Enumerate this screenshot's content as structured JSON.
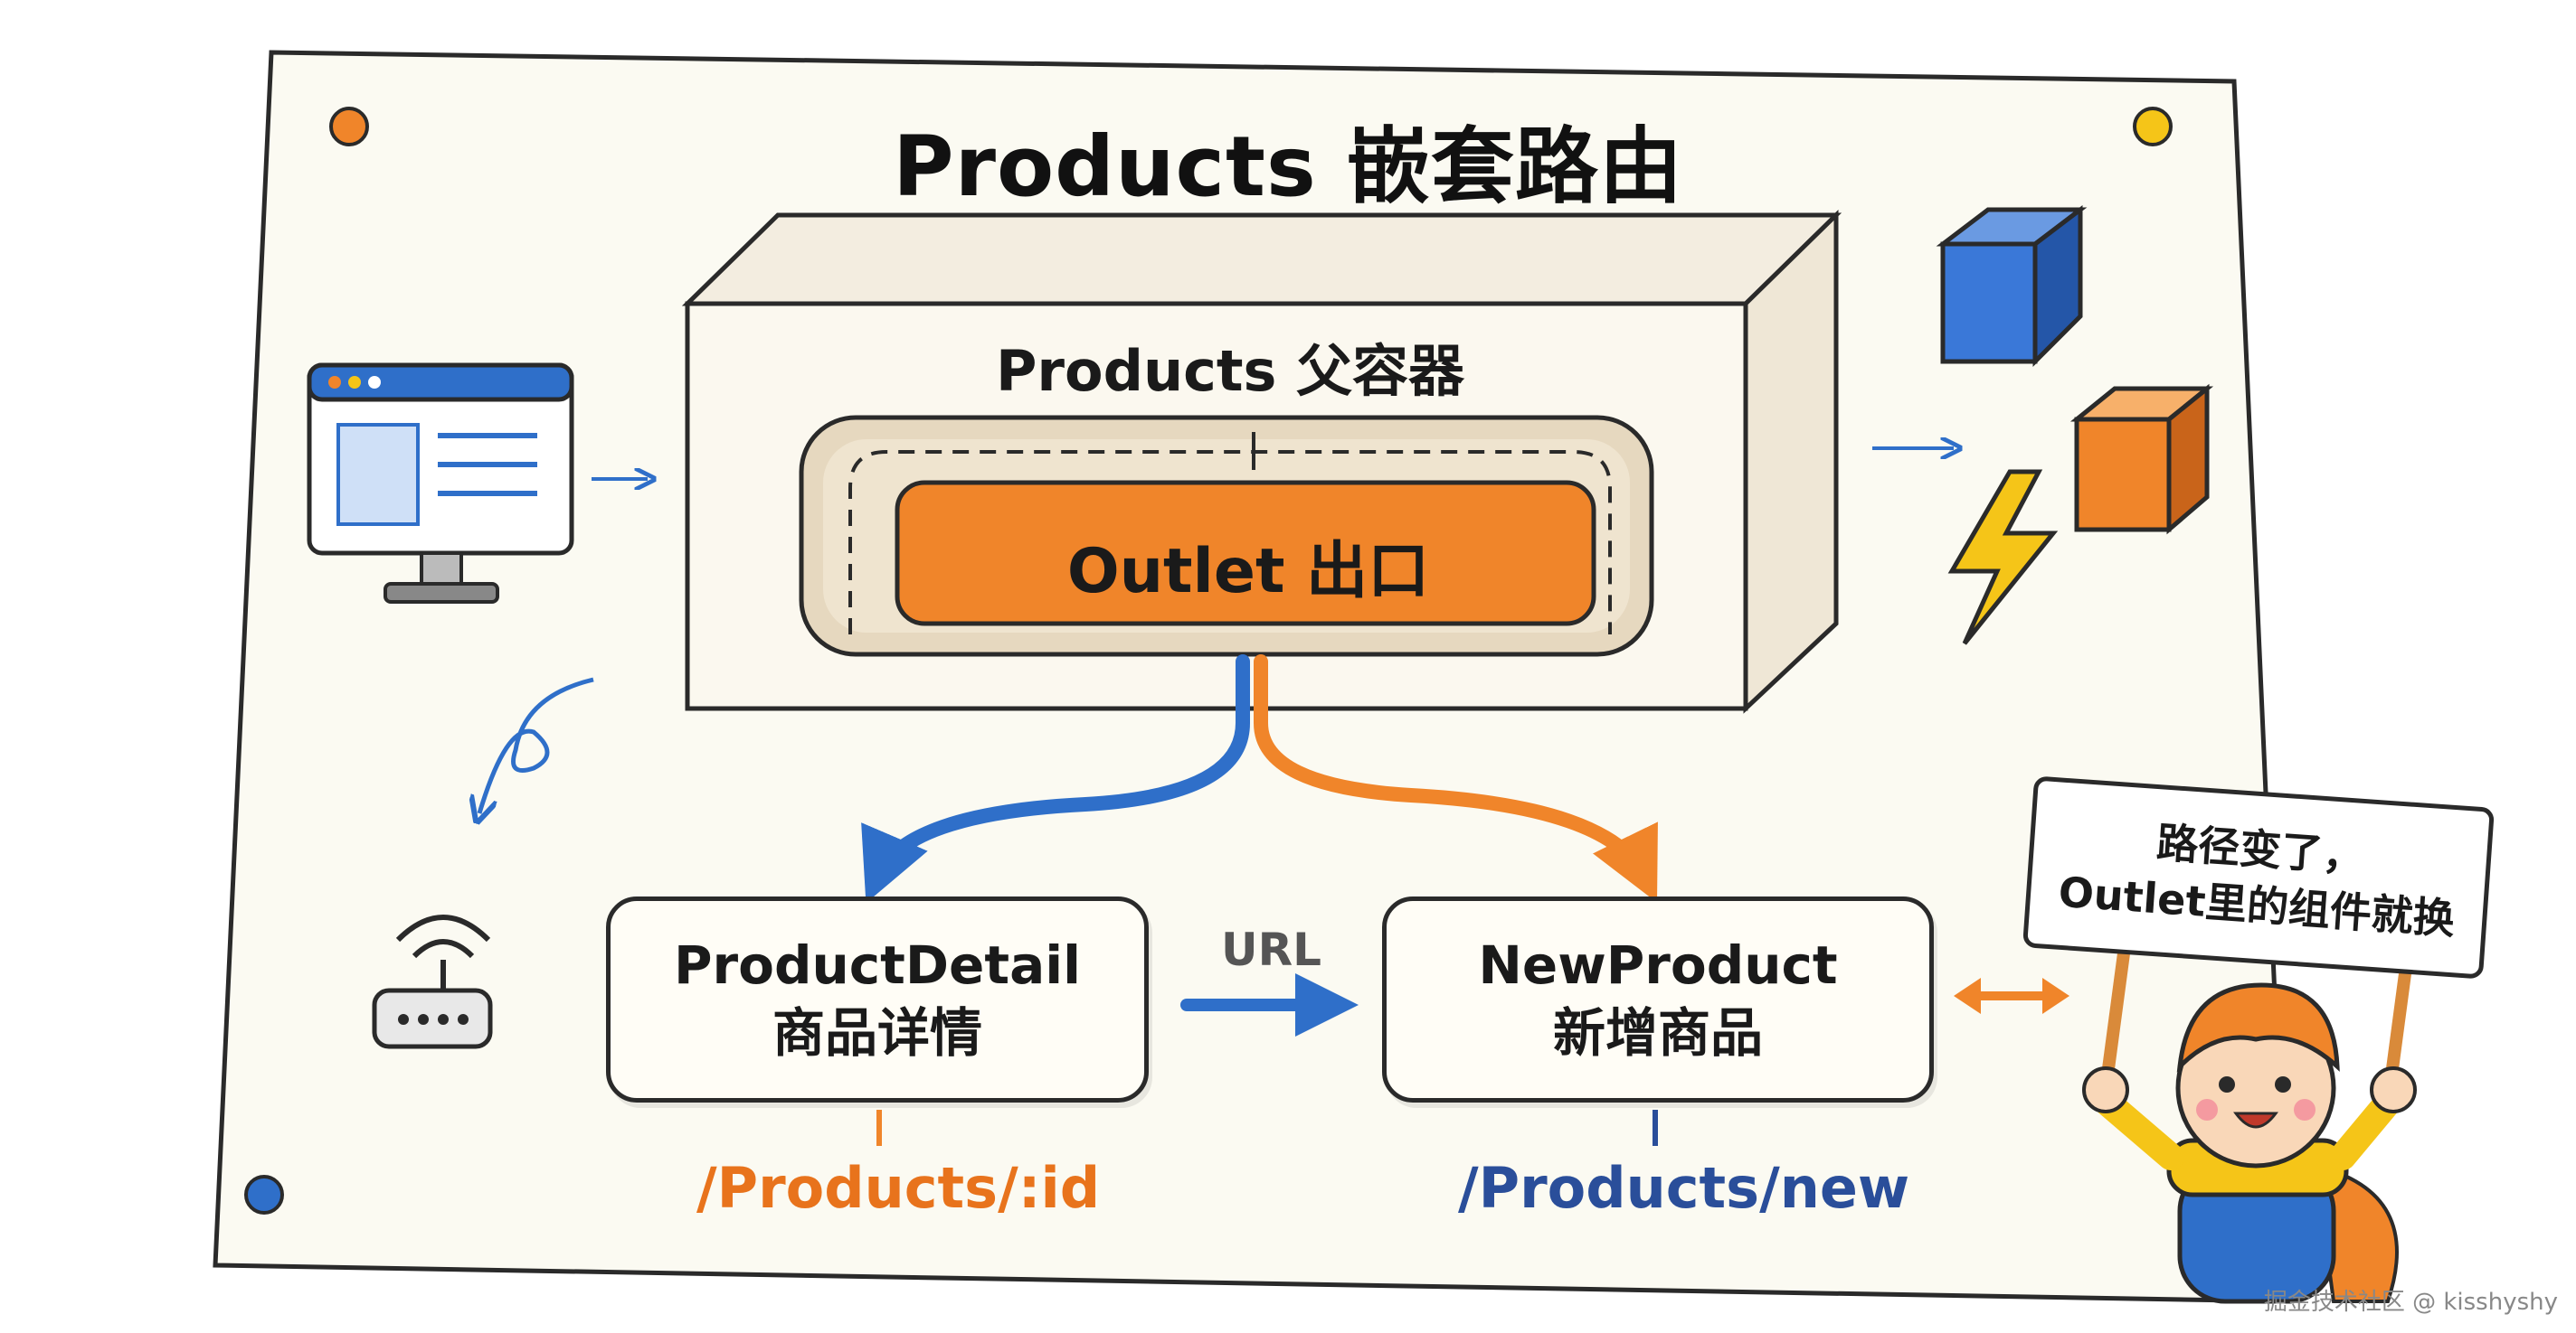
{
  "title": "Products 嵌套路由",
  "parent_container": {
    "label": "Products 父容器"
  },
  "outlet": {
    "label": "Outlet 出口"
  },
  "children": [
    {
      "name": "ProductDetail",
      "subtitle": "商品详情",
      "route": "/Products/:id"
    },
    {
      "name": "NewProduct",
      "subtitle": "新增商品",
      "route": "/Products/new"
    }
  ],
  "url_label": "URL",
  "sign": {
    "line1": "路径变了，",
    "line2": "Outlet里的组件就换"
  },
  "watermark": "掘金技术社区 @ kisshyshy",
  "colors": {
    "orange": "#f0852a",
    "blue": "#2f6fc9",
    "paper": "#fbfaf2",
    "ink": "#2a2a2a"
  }
}
